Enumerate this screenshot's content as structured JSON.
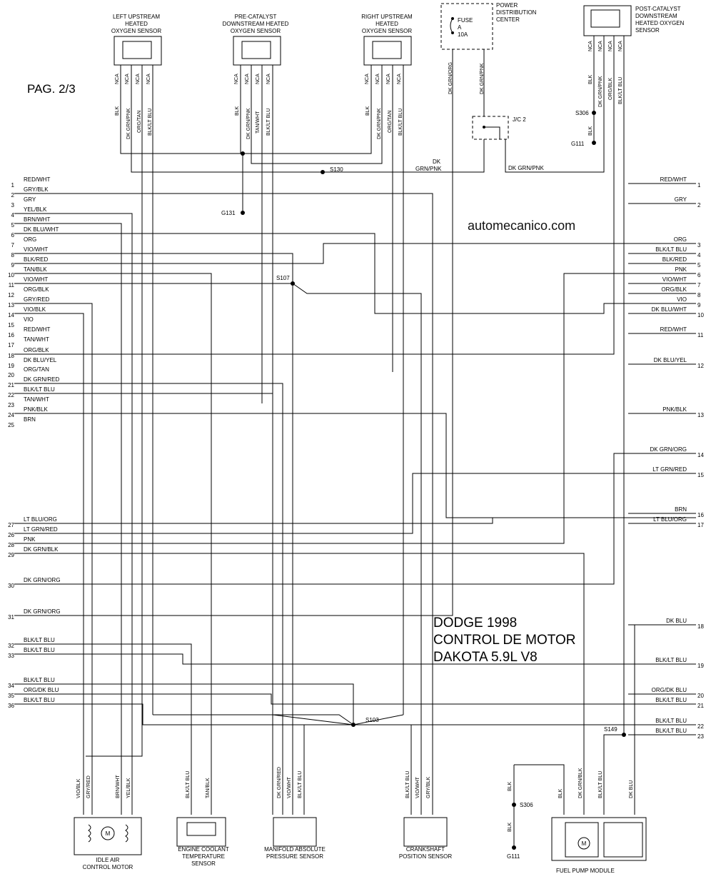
{
  "page_label": "PAG. 2/3",
  "watermark": "automecanico.com",
  "title_lines": [
    "DODGE 1998",
    "CONTROL DE MOTOR",
    "DAKOTA 5.9L V8"
  ],
  "components": {
    "left_upstream": [
      "LEFT UPSTREAM",
      "HEATED",
      "OXYGEN SENSOR"
    ],
    "pre_catalyst": [
      "PRE-CATALYST",
      "DOWNSTREAM HEATED",
      "OXYGEN SENSOR"
    ],
    "right_upstream": [
      "RIGHT UPSTREAM",
      "HEATED",
      "OXYGEN SENSOR"
    ],
    "power_dist": [
      "POWER",
      "DISTRIBUTION",
      "CENTER"
    ],
    "post_catalyst": [
      "POST-CATALYST",
      "DOWNSTREAM",
      "HEATED OXYGEN",
      "SENSOR"
    ],
    "fuse": [
      "FUSE",
      "A",
      "10A"
    ],
    "jc2": "J/C 2",
    "idle_air": [
      "IDLE AIR",
      "CONTROL MOTOR"
    ],
    "coolant": [
      "ENGINE COOLANT",
      "TEMPERATURE",
      "SENSOR"
    ],
    "map": [
      "MANIFOLD ABSOLUTE",
      "PRESSURE SENSOR"
    ],
    "crank": [
      "CRANKSHAFT",
      "POSITION SENSOR"
    ],
    "fuel_pump": "FUEL PUMP MODULE",
    "motor": "M"
  },
  "splices": {
    "s130": "S130",
    "s107": "S107",
    "s103": "S103",
    "s149": "S149",
    "s306_top": "S306",
    "s306_bottom": "S306",
    "g131": "G131",
    "g111_top": "G111",
    "g111_bottom": "G111"
  },
  "top_wires": {
    "nca": "NCA",
    "blk": "BLK",
    "dk_grn_pnk": "DK GRN/PNK",
    "org_tan": "ORG/TAN",
    "blk_lt_blu": "BLK/LT BLU",
    "tan_wht": "TAN/WHT",
    "dk_grn_org": "DK GRN/ORG",
    "org_blk": "ORG/BLK",
    "dk_grn_pnk_h": "DK GRN/PNK",
    "dk": "DK",
    "grn_pnk": "GRN/PNK"
  },
  "left_connector": [
    {
      "pin": "1",
      "label": "RED/WHT"
    },
    {
      "pin": "2",
      "label": "GRY/BLK"
    },
    {
      "pin": "3",
      "label": "GRY"
    },
    {
      "pin": "4",
      "label": "YEL/BLK"
    },
    {
      "pin": "5",
      "label": "BRN/WHT"
    },
    {
      "pin": "6",
      "label": "DK BLU/WHT"
    },
    {
      "pin": "7",
      "label": "ORG"
    },
    {
      "pin": "8",
      "label": "VIO/WHT"
    },
    {
      "pin": "9",
      "label": "BLK/RED"
    },
    {
      "pin": "10",
      "label": "TAN/BLK"
    },
    {
      "pin": "11",
      "label": "VIO/WHT"
    },
    {
      "pin": "12",
      "label": "ORG/BLK"
    },
    {
      "pin": "13",
      "label": "GRY/RED"
    },
    {
      "pin": "14",
      "label": "VIO/BLK"
    },
    {
      "pin": "15",
      "label": "VIO"
    },
    {
      "pin": "16",
      "label": "RED/WHT"
    },
    {
      "pin": "17",
      "label": "TAN/WHT"
    },
    {
      "pin": "18",
      "label": "ORG/BLK"
    },
    {
      "pin": "19",
      "label": "DK BLU/YEL"
    },
    {
      "pin": "20",
      "label": "ORG/TAN"
    },
    {
      "pin": "21",
      "label": "DK GRN/RED"
    },
    {
      "pin": "22",
      "label": "BLK/LT BLU"
    },
    {
      "pin": "23",
      "label": "TAN/WHT"
    },
    {
      "pin": "24",
      "label": "PNK/BLK"
    },
    {
      "pin": "25",
      "label": "BRN"
    },
    {
      "pin": "26",
      "label": "LT GRN/RED"
    },
    {
      "pin": "27",
      "label": "LT BLU/ORG"
    },
    {
      "pin": "28",
      "label": "PNK"
    },
    {
      "pin": "29",
      "label": "DK GRN/BLK"
    },
    {
      "pin": "30",
      "label": "DK GRN/ORG"
    },
    {
      "pin": "31",
      "label": "DK GRN/ORG"
    },
    {
      "pin": "32",
      "label": "BLK/LT BLU"
    },
    {
      "pin": "33",
      "label": "BLK/LT BLU"
    },
    {
      "pin": "34",
      "label": "BLK/LT BLU"
    },
    {
      "pin": "35",
      "label": "ORG/DK BLU"
    },
    {
      "pin": "36",
      "label": "BLK/LT BLU"
    }
  ],
  "right_connector": [
    {
      "pin": "1",
      "label": "RED/WHT"
    },
    {
      "pin": "2",
      "label": "GRY"
    },
    {
      "pin": "3",
      "label": "ORG"
    },
    {
      "pin": "4",
      "label": "BLK/LT BLU"
    },
    {
      "pin": "5",
      "label": "BLK/RED"
    },
    {
      "pin": "6",
      "label": "PNK"
    },
    {
      "pin": "7",
      "label": "VIO/WHT"
    },
    {
      "pin": "8",
      "label": "ORG/BLK"
    },
    {
      "pin": "9",
      "label": "VIO"
    },
    {
      "pin": "10",
      "label": "DK BLU/WHT"
    },
    {
      "pin": "11",
      "label": "RED/WHT"
    },
    {
      "pin": "12",
      "label": "DK BLU/YEL"
    },
    {
      "pin": "13",
      "label": "PNK/BLK"
    },
    {
      "pin": "14",
      "label": "DK GRN/ORG"
    },
    {
      "pin": "15",
      "label": "LT GRN/RED"
    },
    {
      "pin": "16",
      "label": "BRN"
    },
    {
      "pin": "17",
      "label": "LT BLU/ORG"
    },
    {
      "pin": "18",
      "label": "DK BLU"
    },
    {
      "pin": "19",
      "label": "BLK/LT BLU"
    },
    {
      "pin": "20",
      "label": "ORG/DK BLU"
    },
    {
      "pin": "21",
      "label": "BLK/LT BLU"
    },
    {
      "pin": "22",
      "label": "BLK/LT BLU"
    },
    {
      "pin": "23",
      "label": "BLK/LT BLU"
    }
  ],
  "bottom_wires": {
    "vio_blk": "VIO/BLK",
    "gry_red": "GRY/RED",
    "brn_wht": "BRN/WHT",
    "yel_blk": "YEL/BLK",
    "blk_lt_blu": "BLK/LT BLU",
    "tan_blk": "TAN/BLK",
    "dk_grn_red": "DK GRN/RED",
    "vio_wht": "VIO/WHT",
    "gry_blk": "GRY/BLK",
    "blk": "BLK",
    "dk_grn_blk": "DK GRN/BLK",
    "dk_blu": "DK BLU"
  }
}
